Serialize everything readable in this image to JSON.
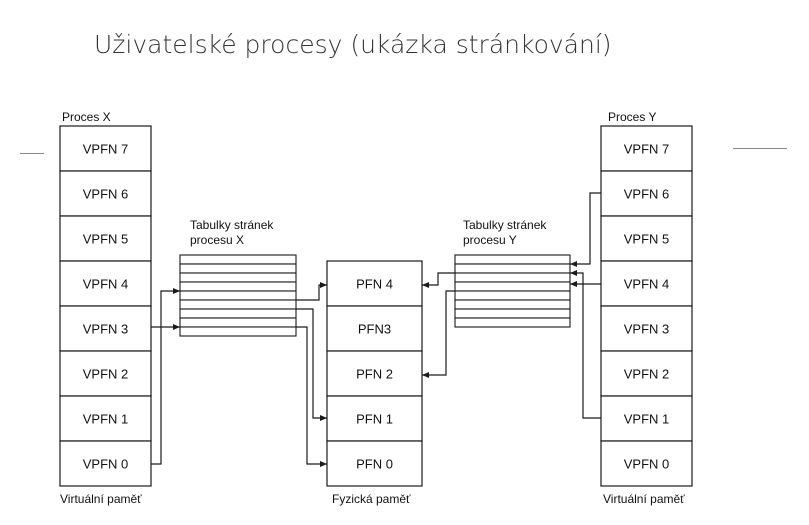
{
  "title": "Uživatelské procesy (ukázka stránkování)",
  "process_x": {
    "label": "Proces X",
    "caption": "Virtuální paměť",
    "pages": [
      "VPFN 7",
      "VPFN 6",
      "VPFN 5",
      "VPFN 4",
      "VPFN 3",
      "VPFN 2",
      "VPFN 1",
      "VPFN 0"
    ]
  },
  "process_y": {
    "label": "Proces Y",
    "caption": "Virtuální paměť",
    "pages": [
      "VPFN 7",
      "VPFN 6",
      "VPFN 5",
      "VPFN 4",
      "VPFN 3",
      "VPFN 2",
      "VPFN 1",
      "VPFN 0"
    ]
  },
  "physical": {
    "caption": "Fyzická paměť",
    "frames": [
      "PFN 4",
      "PFN3",
      "PFN 2",
      "PFN 1",
      "PFN 0"
    ]
  },
  "page_table_x": {
    "label_line1": "Tabulky stránek",
    "label_line2": "procesu X"
  },
  "page_table_y": {
    "label_line1": "Tabulky stránek",
    "label_line2": "procesu Y"
  },
  "colors": {
    "stroke": "#1a1a1a",
    "title": "#333333",
    "deco_line": "#888888"
  }
}
